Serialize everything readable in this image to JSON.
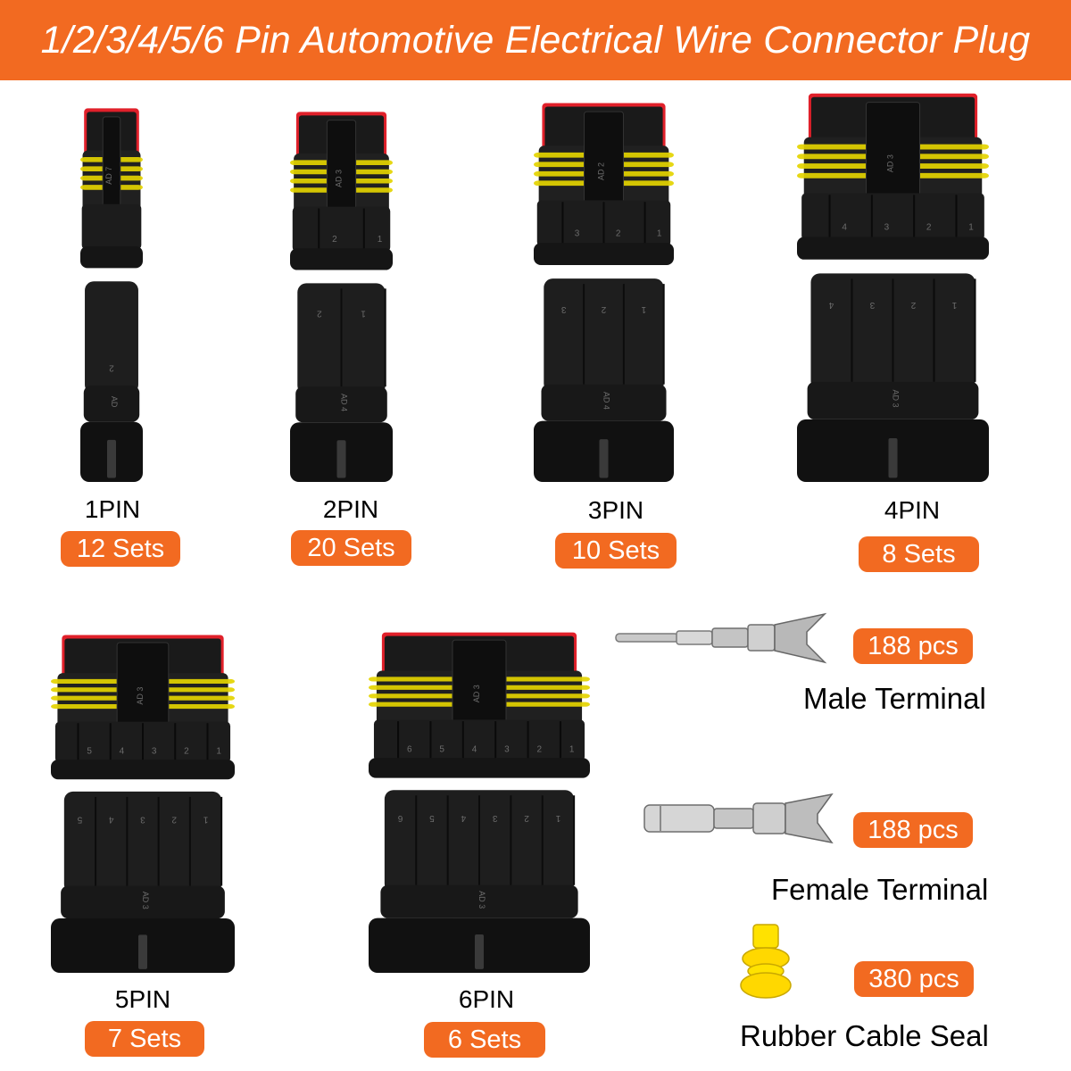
{
  "header": {
    "title": "1/2/3/4/5/6 Pin Automotive Electrical Wire Connector Plug"
  },
  "colors": {
    "accent": "#f26a21",
    "housing": "#1a1a1a",
    "seal": "#e4d400",
    "latch": "#e0202a",
    "metal": "#bdbdbd"
  },
  "connectors": [
    {
      "name": "1PIN",
      "sets": "12 Sets",
      "pins": 1,
      "top_code": "AD 7",
      "bottom_code": "AD",
      "pin_labels": [],
      "bottom_pin_labels": [
        "2"
      ]
    },
    {
      "name": "2PIN",
      "sets": "20 Sets",
      "pins": 2,
      "top_code": "AD 3",
      "bottom_code": "AD 4",
      "pin_labels": [
        "2",
        "1"
      ],
      "bottom_pin_labels": [
        "2",
        "1"
      ]
    },
    {
      "name": "3PIN",
      "sets": "10 Sets",
      "pins": 3,
      "top_code": "AD 2",
      "bottom_code": "AD 4",
      "pin_labels": [
        "3",
        "2",
        "1"
      ],
      "bottom_pin_labels": [
        "3",
        "2",
        "1"
      ]
    },
    {
      "name": "4PIN",
      "sets": "8 Sets",
      "pins": 4,
      "top_code": "AD 3",
      "bottom_code": "AD 3",
      "pin_labels": [
        "4",
        "3",
        "2",
        "1"
      ],
      "bottom_pin_labels": [
        "4",
        "3",
        "2",
        "1"
      ]
    },
    {
      "name": "5PIN",
      "sets": "7 Sets",
      "pins": 5,
      "top_code": "AD 3",
      "bottom_code": "AD 3",
      "pin_labels": [
        "5",
        "4",
        "3",
        "2",
        "1"
      ],
      "bottom_pin_labels": [
        "5",
        "4",
        "3",
        "2",
        "1"
      ]
    },
    {
      "name": "6PIN",
      "sets": "6 Sets",
      "pins": 6,
      "top_code": "AD 3",
      "bottom_code": "AD 3",
      "pin_labels": [
        "6",
        "5",
        "4",
        "3",
        "2",
        "1"
      ],
      "bottom_pin_labels": [
        "6",
        "5",
        "4",
        "3",
        "2",
        "1"
      ]
    }
  ],
  "accessories": [
    {
      "name": "Male Terminal",
      "count": "188 pcs",
      "icon": "male-terminal-icon"
    },
    {
      "name": "Female Terminal",
      "count": "188 pcs",
      "icon": "female-terminal-icon"
    },
    {
      "name": "Rubber Cable Seal",
      "count": "380 pcs",
      "icon": "cable-seal-icon"
    }
  ]
}
